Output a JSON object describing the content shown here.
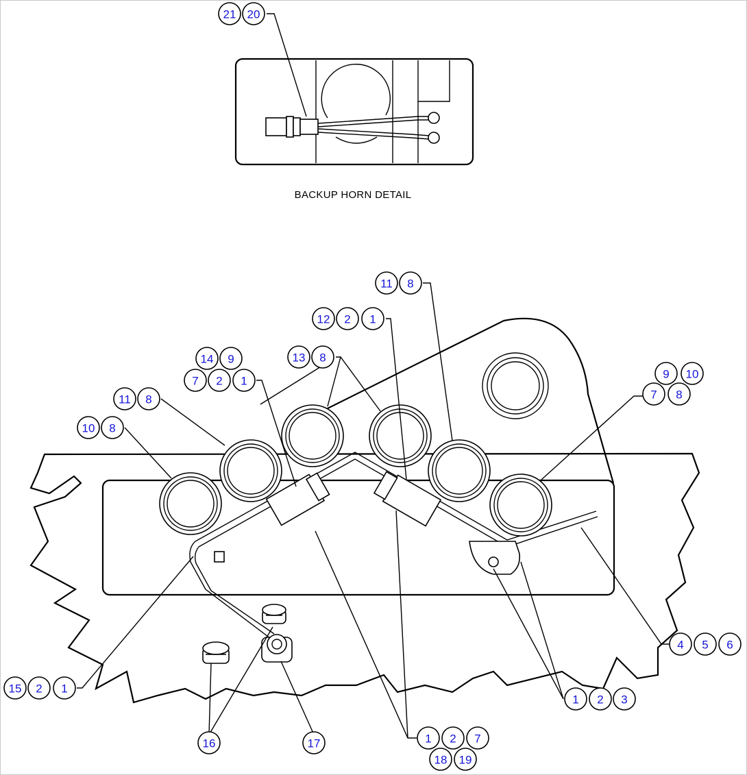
{
  "caption": "BACKUP HORN DETAIL",
  "callout_groups": [
    {
      "id": "g-21-20",
      "labels": [
        "21",
        "20"
      ]
    },
    {
      "id": "g-11-8-top",
      "labels": [
        "11",
        "8"
      ]
    },
    {
      "id": "g-12-2-1",
      "labels": [
        "12",
        "2",
        "1"
      ]
    },
    {
      "id": "g-13-8",
      "labels": [
        "13",
        "8"
      ]
    },
    {
      "id": "g-14-9",
      "labels": [
        "14",
        "9"
      ]
    },
    {
      "id": "g-7-2-1",
      "labels": [
        "7",
        "2",
        "1"
      ]
    },
    {
      "id": "g-11-8-left",
      "labels": [
        "11",
        "8"
      ]
    },
    {
      "id": "g-10-8",
      "labels": [
        "10",
        "8"
      ]
    },
    {
      "id": "g-9-10",
      "labels": [
        "9",
        "10"
      ]
    },
    {
      "id": "g-7-8",
      "labels": [
        "7",
        "8"
      ]
    },
    {
      "id": "g-4-5-6",
      "labels": [
        "4",
        "5",
        "6"
      ]
    },
    {
      "id": "g-1-2-3",
      "labels": [
        "1",
        "2",
        "3"
      ]
    },
    {
      "id": "g-15-2-1",
      "labels": [
        "15",
        "2",
        "1"
      ]
    },
    {
      "id": "g-16",
      "labels": [
        "16"
      ]
    },
    {
      "id": "g-17",
      "labels": [
        "17"
      ]
    },
    {
      "id": "g-1-2-7",
      "labels": [
        "1",
        "2",
        "7"
      ]
    },
    {
      "id": "g-18-19",
      "labels": [
        "18",
        "19"
      ]
    }
  ]
}
